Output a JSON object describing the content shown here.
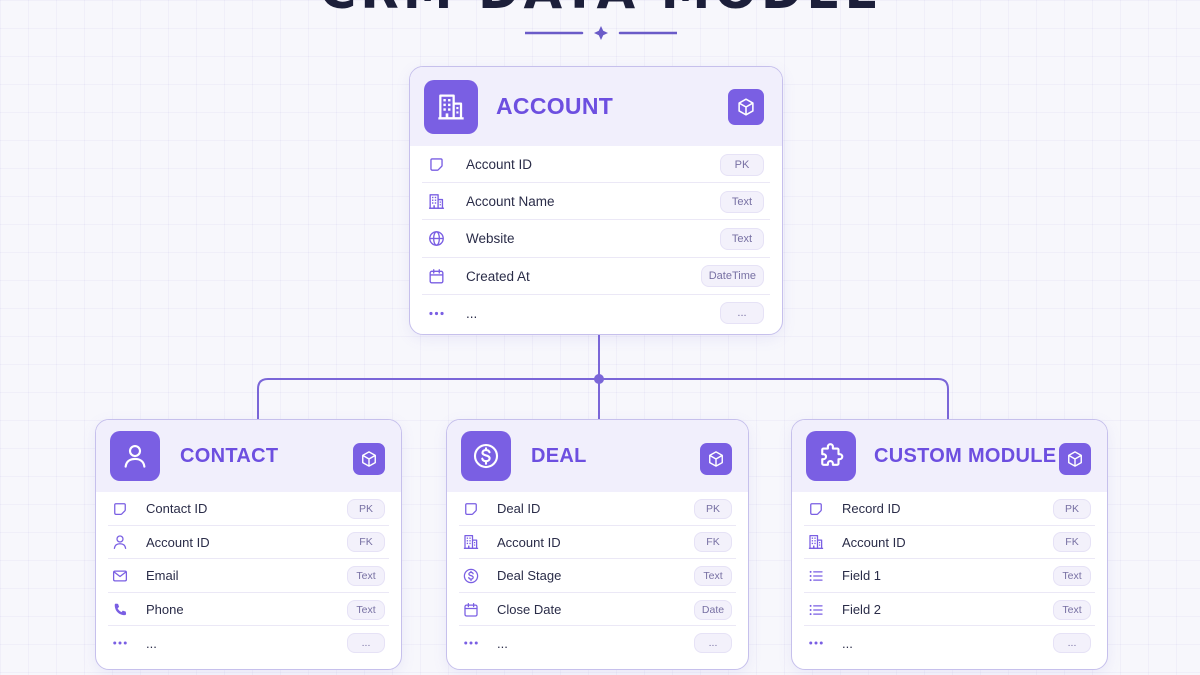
{
  "header": {
    "title": "CRM DATA MODEL"
  },
  "colors": {
    "accent": "#7a5fe3",
    "title_text": "#1c1f3a",
    "entity_title": "#6d4fe0",
    "connector": "#7a66d8",
    "card_border": "#c6c0ec"
  },
  "entities": {
    "account": {
      "title": "ACCOUNT",
      "icon": "building-icon",
      "fields": [
        {
          "name": "Account ID",
          "type": "PK",
          "icon": "tag-icon"
        },
        {
          "name": "Account Name",
          "type": "Text",
          "icon": "building-icon"
        },
        {
          "name": "Website",
          "type": "Text",
          "icon": "globe-icon"
        },
        {
          "name": "Created At",
          "type": "DateTime",
          "icon": "calendar-icon"
        },
        {
          "name": "...",
          "type": "...",
          "icon": "more-icon"
        }
      ]
    },
    "contact": {
      "title": "CONTACT",
      "icon": "user-icon",
      "fields": [
        {
          "name": "Contact ID",
          "type": "PK",
          "icon": "tag-icon"
        },
        {
          "name": "Account ID",
          "type": "FK",
          "icon": "user-icon"
        },
        {
          "name": "Email",
          "type": "Text",
          "icon": "mail-icon"
        },
        {
          "name": "Phone",
          "type": "Text",
          "icon": "phone-icon"
        },
        {
          "name": "...",
          "type": "...",
          "icon": "more-icon"
        }
      ]
    },
    "deal": {
      "title": "DEAL",
      "icon": "dollar-icon",
      "fields": [
        {
          "name": "Deal ID",
          "type": "PK",
          "icon": "tag-icon"
        },
        {
          "name": "Account ID",
          "type": "FK",
          "icon": "building-icon"
        },
        {
          "name": "Deal Stage",
          "type": "Text",
          "icon": "dollar-icon"
        },
        {
          "name": "Close Date",
          "type": "Date",
          "icon": "calendar-icon"
        },
        {
          "name": "...",
          "type": "...",
          "icon": "more-icon"
        }
      ]
    },
    "custom_module": {
      "title": "CUSTOM MODULE",
      "icon": "puzzle-icon",
      "fields": [
        {
          "name": "Record ID",
          "type": "PK",
          "icon": "tag-icon"
        },
        {
          "name": "Account ID",
          "type": "FK",
          "icon": "building-icon"
        },
        {
          "name": "Field 1",
          "type": "Text",
          "icon": "list-icon"
        },
        {
          "name": "Field 2",
          "type": "Text",
          "icon": "list-icon"
        },
        {
          "name": "...",
          "type": "...",
          "icon": "more-icon"
        }
      ]
    }
  }
}
